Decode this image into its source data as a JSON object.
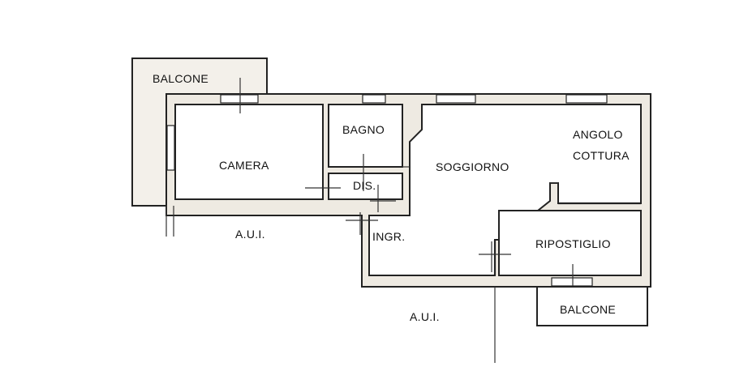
{
  "labels": {
    "balcone_top": "BALCONE",
    "camera": "CAMERA",
    "bagno": "BAGNO",
    "dis": "DIS.",
    "soggiorno": "SOGGIORNO",
    "angolo": "ANGOLO",
    "cottura": "COTTURA",
    "aui_left": "A.U.I.",
    "ingr": "INGR.",
    "ripostiglio": "RIPOSTIGLIO",
    "aui_bottom": "A.U.I.",
    "balcone_bottom": "BALCONE"
  }
}
